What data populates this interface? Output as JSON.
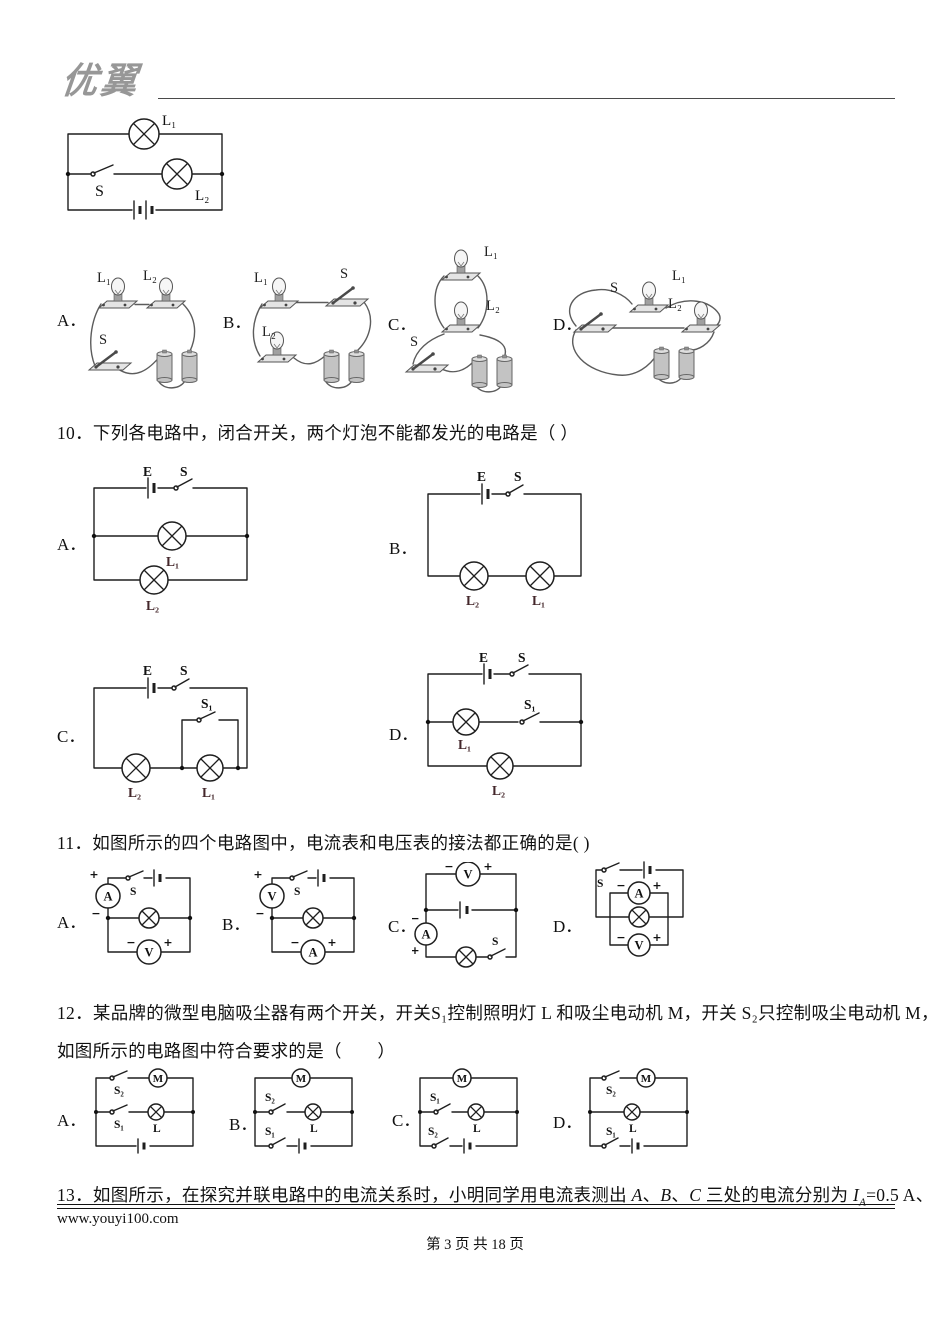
{
  "page": {
    "logo": "优翼",
    "footer_url": "www.youyi100.com",
    "footer_page": "第 3 页 共 18 页"
  },
  "opt": {
    "A": "A．",
    "B": "B．",
    "C": "C．",
    "D": "D．"
  },
  "sym": {
    "L1": "L₁",
    "L2": "L₂",
    "S": "S",
    "S1": "S₁",
    "S2": "S₂",
    "E": "E",
    "M": "M",
    "L": "L",
    "A": "A",
    "V": "V",
    "plus": "+",
    "minus": "−"
  },
  "q10": {
    "text": "10．下列各电路中，闭合开关，两个灯泡不能都发光的电路是（ ）"
  },
  "q11": {
    "text": "11．如图所示的四个电路图中，电流表和电压表的接法都正确的是( )"
  },
  "q12": {
    "line1": "12．某品牌的微型电脑吸尘器有两个开关，开关S₁控制照明灯 L 和吸尘电动机 M，开关 S₂只控制吸尘电动机 M，",
    "line2": "如图所示的电路图中符合要求的是（　　）"
  },
  "q13": {
    "t1": "13．如图所示，在探究并联电路中的电流关系时，小明同学用电流表测出 ",
    "i1": "A",
    "d1": "、",
    "i2": "B",
    "d2": "、",
    "i3": "C",
    "t2": " 三处的电流分别为 ",
    "i4": "I",
    "sub": "A",
    "t3": "=0.5 A、"
  }
}
